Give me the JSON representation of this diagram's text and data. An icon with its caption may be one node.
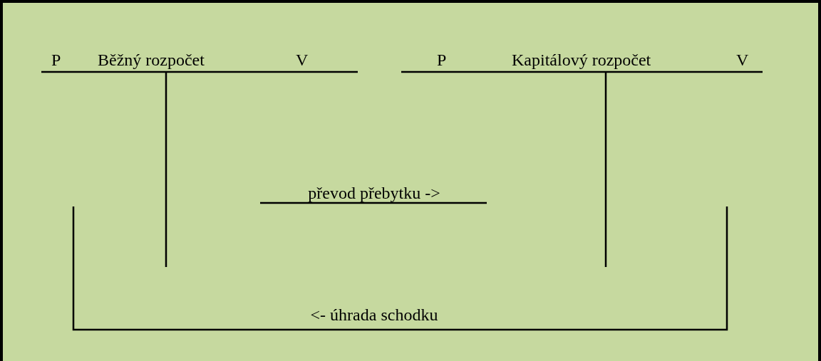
{
  "diagram": {
    "nodes": [
      {
        "text": [
          "P",
          "Běžný rozpočet",
          "V"
        ]
      },
      {
        "text": [
          "P",
          "Kapitálový rozpočet",
          "V"
        ]
      }
    ],
    "labels": [
      "převod přebytku ->",
      "<- úhrada schodku"
    ]
  }
}
